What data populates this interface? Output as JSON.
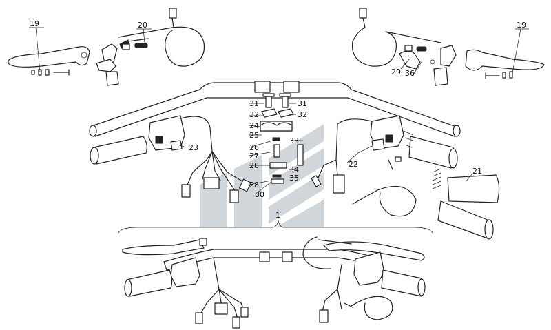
{
  "watermark_color": "#c8d0d4",
  "callouts": [
    {
      "id": "c19l",
      "text": "19"
    },
    {
      "id": "c20",
      "text": "20"
    },
    {
      "id": "c19r",
      "text": "19"
    },
    {
      "id": "c29",
      "text": "29"
    },
    {
      "id": "c36",
      "text": "36"
    },
    {
      "id": "c31l",
      "text": "31"
    },
    {
      "id": "c31r",
      "text": "31"
    },
    {
      "id": "c32l",
      "text": "32"
    },
    {
      "id": "c32r",
      "text": "32"
    },
    {
      "id": "c24",
      "text": "24"
    },
    {
      "id": "c25",
      "text": "25"
    },
    {
      "id": "c26",
      "text": "26"
    },
    {
      "id": "c27",
      "text": "27"
    },
    {
      "id": "c33",
      "text": "33"
    },
    {
      "id": "c28a",
      "text": "28"
    },
    {
      "id": "c34",
      "text": "34"
    },
    {
      "id": "c35",
      "text": "35"
    },
    {
      "id": "c28b",
      "text": "28"
    },
    {
      "id": "c30",
      "text": "30"
    },
    {
      "id": "c23",
      "text": "23"
    },
    {
      "id": "c22",
      "text": "22"
    },
    {
      "id": "c21",
      "text": "21"
    },
    {
      "id": "c1",
      "text": "1"
    }
  ]
}
